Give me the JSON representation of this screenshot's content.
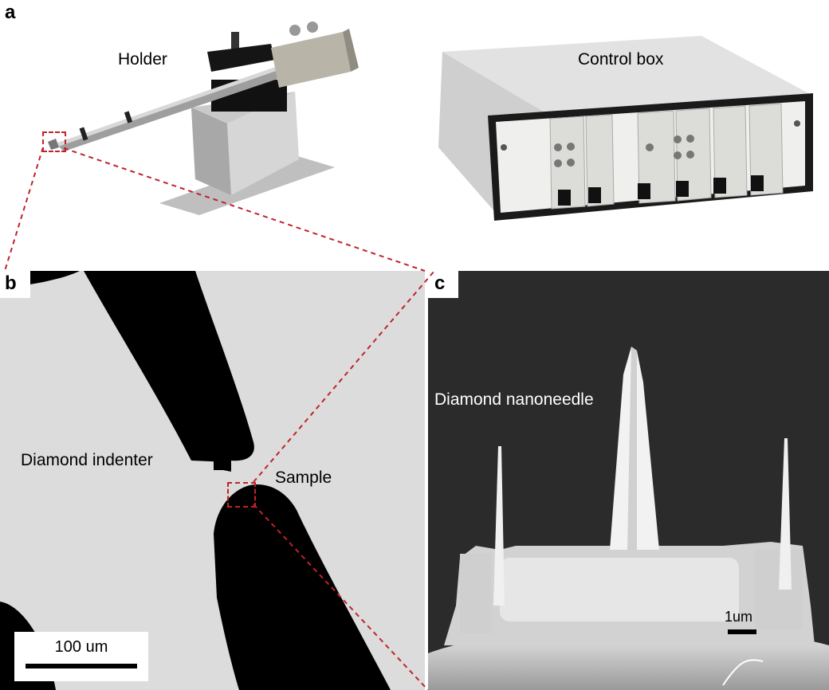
{
  "figure": {
    "panels": [
      {
        "letter": "a",
        "labels": {
          "holder": "Holder",
          "control_box": "Control box"
        }
      },
      {
        "letter": "b",
        "labels": {
          "indenter": "Diamond indenter",
          "sample": "Sample"
        },
        "scale_bar": "100 um"
      },
      {
        "letter": "c",
        "labels": {
          "nanoneedle": "Diamond nanoneedle"
        },
        "scale_bar": "1um"
      }
    ]
  },
  "colors": {
    "zoom_lines": "#c0232b",
    "tem_background": "#dcdcdc",
    "sem_background": "#2b2b2b"
  }
}
